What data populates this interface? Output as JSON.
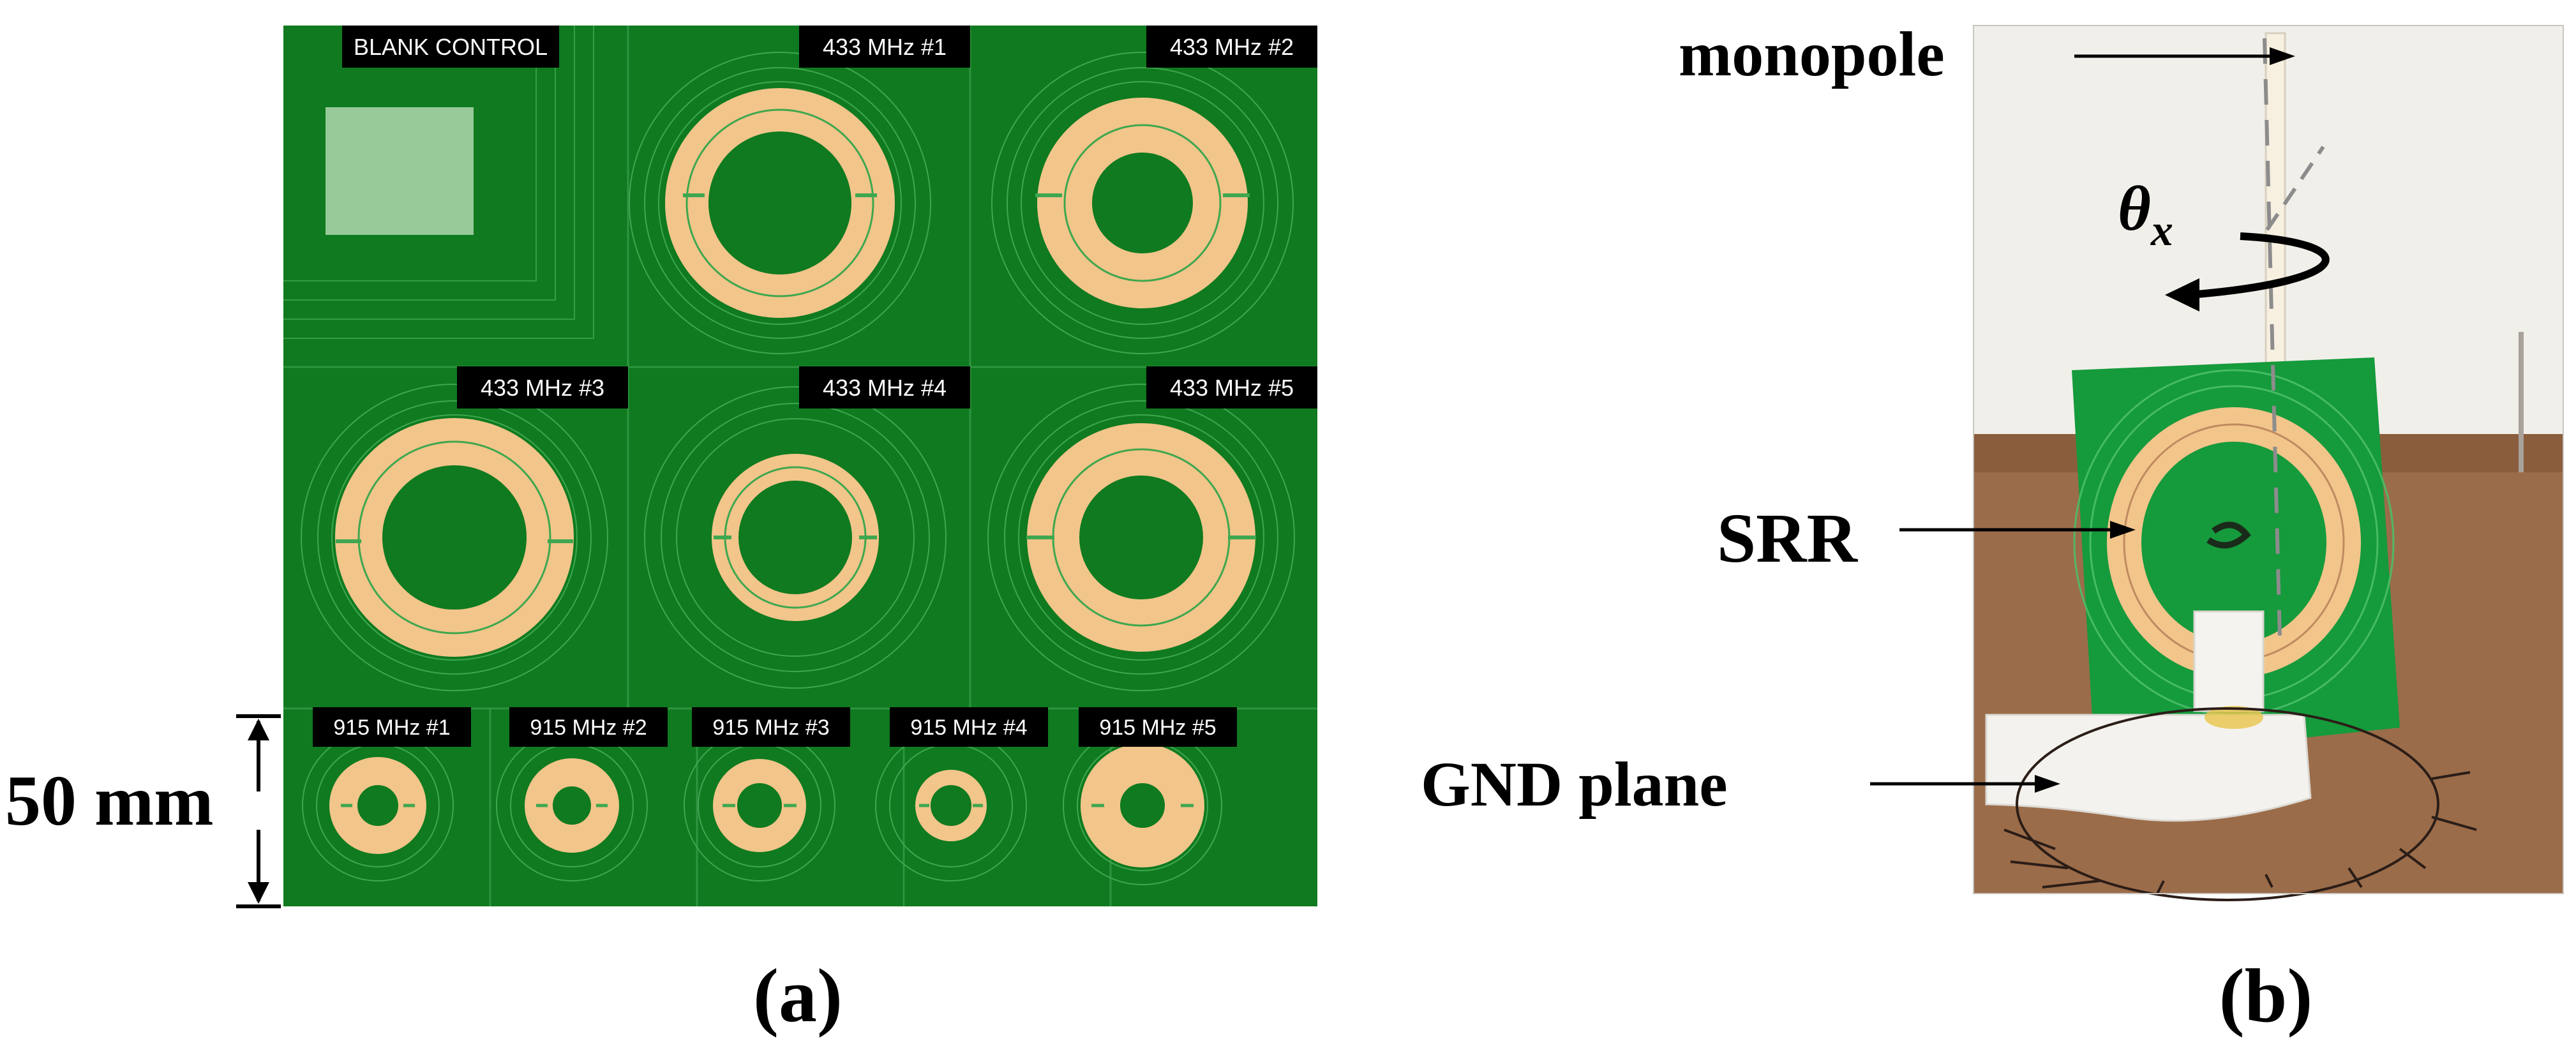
{
  "panel_a": {
    "caption": "(a)",
    "cells": [
      {
        "label": "BLANK CONTROL"
      },
      {
        "label": "433 MHz #1"
      },
      {
        "label": "433 MHz #2"
      },
      {
        "label": "433 MHz #3"
      },
      {
        "label": "433 MHz #4"
      },
      {
        "label": "433 MHz #5"
      },
      {
        "label": "915 MHz #1"
      },
      {
        "label": "915 MHz #2"
      },
      {
        "label": "915 MHz #3"
      },
      {
        "label": "915 MHz #4"
      },
      {
        "label": "915 MHz #5"
      }
    ],
    "dimension_label": "50 mm"
  },
  "panel_b": {
    "caption": "(b)",
    "labels": {
      "monopole": "monopole",
      "srr": "SRR",
      "gnd": "GND plane"
    },
    "angle_symbol": "θ",
    "angle_subscript": "x"
  },
  "colors": {
    "board_green": "#0f7a1f",
    "trace_copper": "#f2c58a",
    "label_black": "#000000",
    "wall": "#f1efe9",
    "table": "#9b6c4a",
    "foam": "#f3f2ee"
  }
}
